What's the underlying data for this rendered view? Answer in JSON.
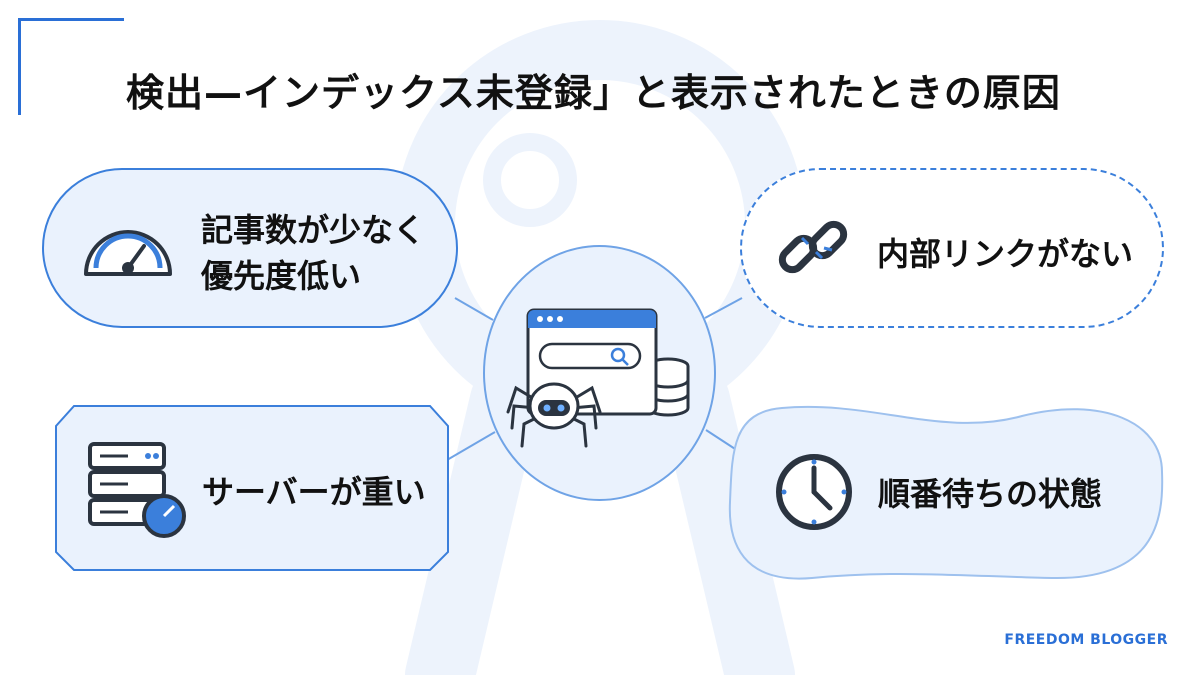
{
  "title": "検出—インデックス未登録」と表示されたときの原因",
  "brand": "FREEDOM BLOGGER",
  "colors": {
    "accent": "#2a6fd6",
    "node_fill": "#eaf2fd",
    "node_stroke": "#3b7fdb"
  },
  "center": {
    "icon": "crawler-spider-browser-icon"
  },
  "causes": [
    {
      "id": "low-priority",
      "line1": "記事数が少なく",
      "line2": "優先度低い",
      "icon": "speedometer-icon",
      "shape": "pill"
    },
    {
      "id": "no-internal-links",
      "label": "内部リンクがない",
      "icon": "broken-link-icon",
      "shape": "dashed-pill"
    },
    {
      "id": "slow-server",
      "label": "サーバーが重い",
      "icon": "server-speed-icon",
      "shape": "octagon"
    },
    {
      "id": "waiting-queue",
      "label": "順番待ちの状態",
      "icon": "clock-icon",
      "shape": "blob"
    }
  ]
}
